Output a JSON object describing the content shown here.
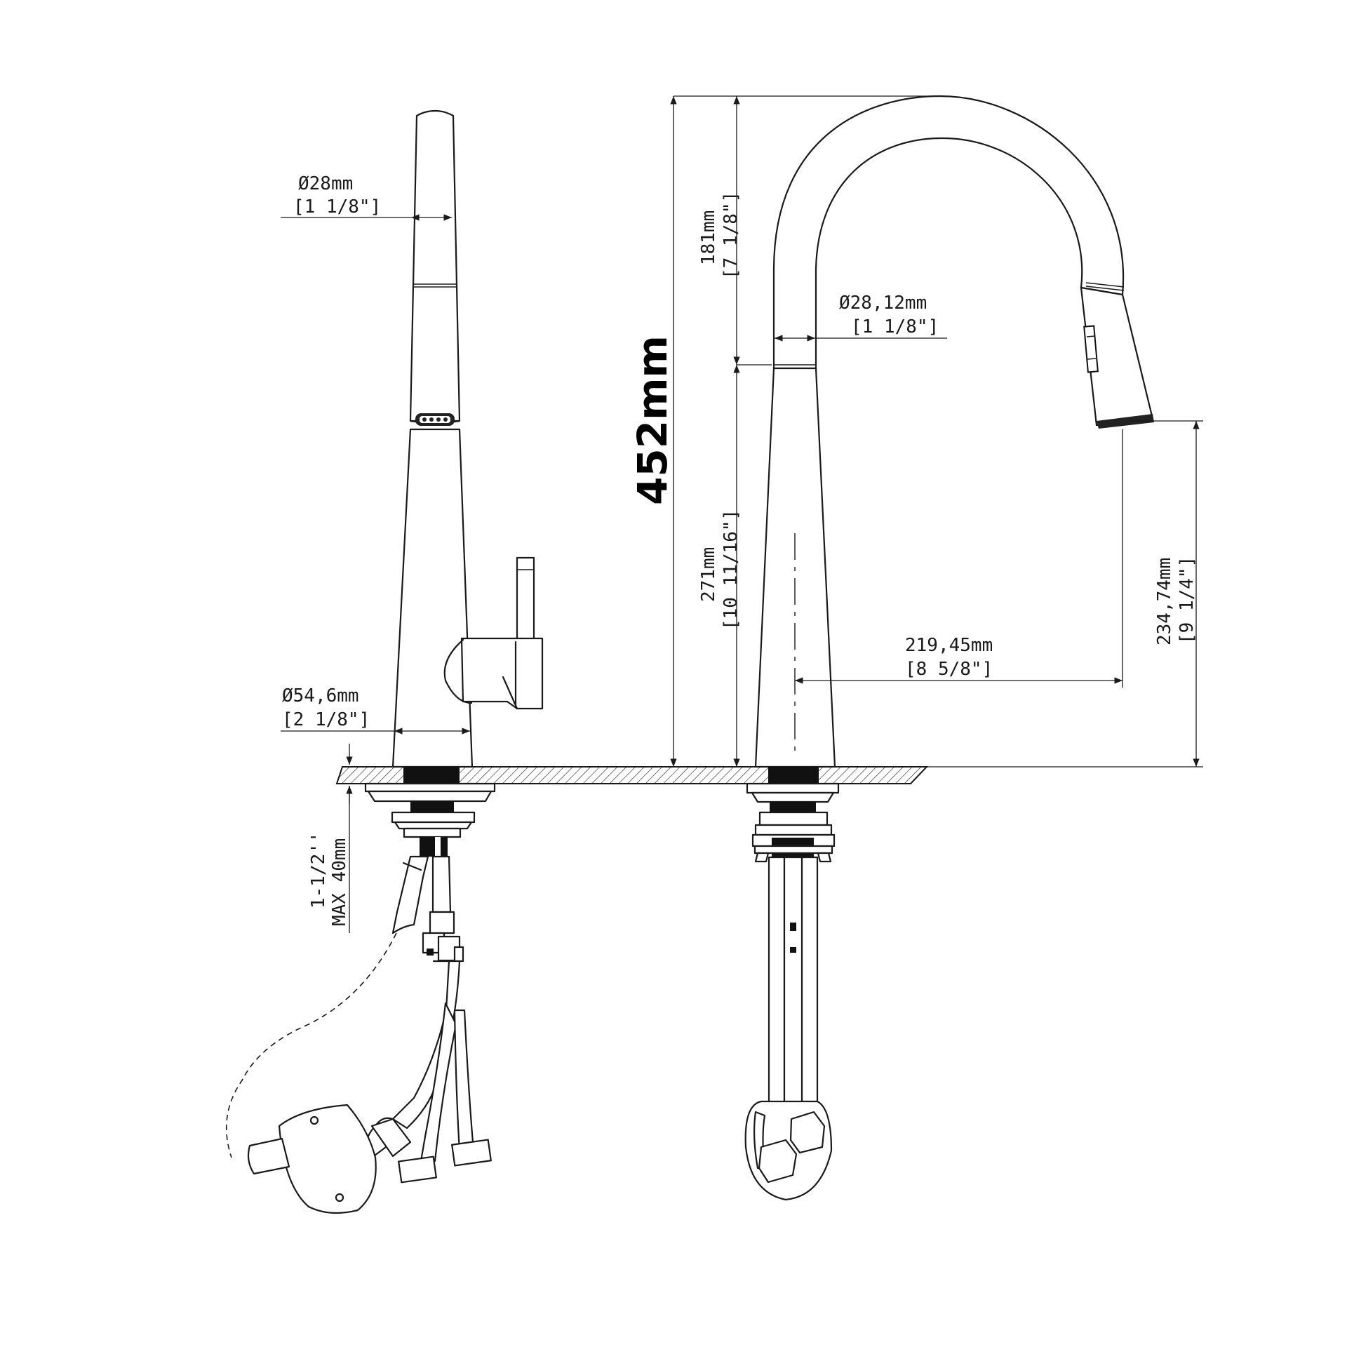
{
  "labels": {
    "side_tip_diameter_mm": "Ø28mm",
    "side_tip_diameter_in": "[1 1/8\"]",
    "side_base_diameter_mm": "Ø54,6mm",
    "side_base_diameter_in": "[2 1/8\"]",
    "deck_thickness_in": "1-1/2''",
    "deck_thickness_mm": "MAX 40mm",
    "total_height": "452mm",
    "arc_height_mm": "181mm",
    "arc_height_in": "[7 1/8\"]",
    "body_height_mm": "271mm",
    "body_height_in": "[10 11/16\"]",
    "spout_diameter_mm": "Ø28,12mm",
    "spout_diameter_in": "[1 1/8\"]",
    "reach_mm": "219,45mm",
    "reach_in": "[8 5/8\"]",
    "clearance_mm": "234,74mm",
    "clearance_in": "[9 1/4\"]"
  }
}
